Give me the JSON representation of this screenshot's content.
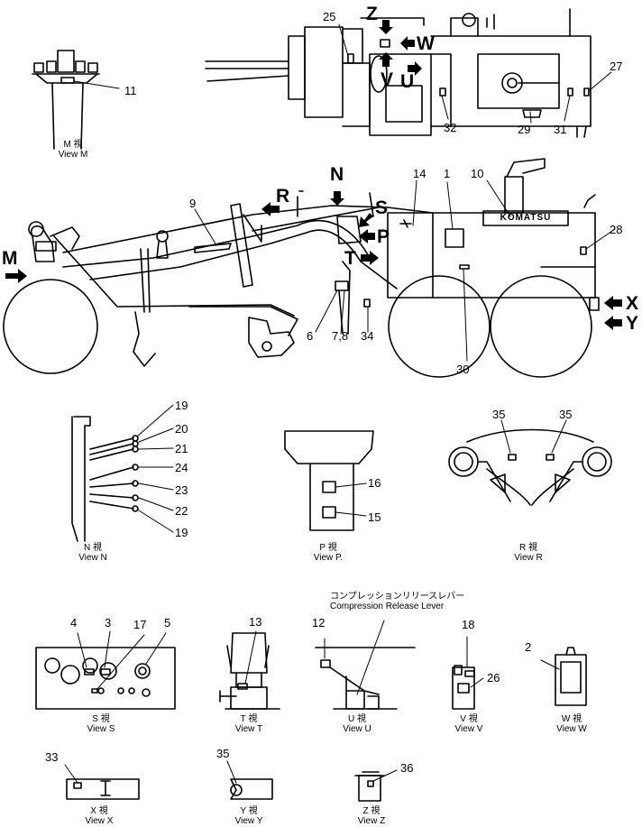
{
  "callouts": {
    "n1": "1",
    "n2": "2",
    "n3": "3",
    "n4": "4",
    "n5": "5",
    "n6": "6",
    "n78": "7,8",
    "n9": "9",
    "n10": "10",
    "n11": "11",
    "n12": "12",
    "n13": "13",
    "n14": "14",
    "n15": "15",
    "n16": "16",
    "n17": "17",
    "n18": "18",
    "n19a": "19",
    "n19b": "19",
    "n20": "20",
    "n21": "21",
    "n22": "22",
    "n23": "23",
    "n24": "24",
    "n25": "25",
    "n26": "26",
    "n27": "27",
    "n28": "28",
    "n29": "29",
    "n30": "30",
    "n31": "31",
    "n32": "32",
    "n33": "33",
    "n34": "34",
    "n35a": "35",
    "n35b": "35",
    "n35c": "35",
    "n36": "36"
  },
  "view_letters": {
    "M": "M",
    "N": "N",
    "P": "P",
    "R": "R",
    "S": "S",
    "T": "T",
    "U": "U",
    "V": "V",
    "W": "W",
    "X": "X",
    "Y": "Y",
    "Z": "Z"
  },
  "captions": {
    "M": {
      "jp": "M 視",
      "en": "View M"
    },
    "N": {
      "jp": "N 視",
      "en": "View N"
    },
    "P": {
      "jp": "P 視",
      "en": "View P."
    },
    "R": {
      "jp": "R 視",
      "en": "View R"
    },
    "S": {
      "jp": "S 視",
      "en": "View S"
    },
    "T": {
      "jp": "T 視",
      "en": "View T"
    },
    "U": {
      "jp": "U 視",
      "en": "View U"
    },
    "V": {
      "jp": "V 視",
      "en": "View V"
    },
    "W": {
      "jp": "W 視",
      "en": "View W"
    },
    "X": {
      "jp": "X 視",
      "en": "View X"
    },
    "Y": {
      "jp": "Y 視",
      "en": "View Y"
    },
    "Z": {
      "jp": "Z 視",
      "en": "View Z"
    }
  },
  "compression_release": {
    "jp": "コンプレッションリリースレバー",
    "en": "Compression Release Lever"
  },
  "brand": "KOMATSU"
}
